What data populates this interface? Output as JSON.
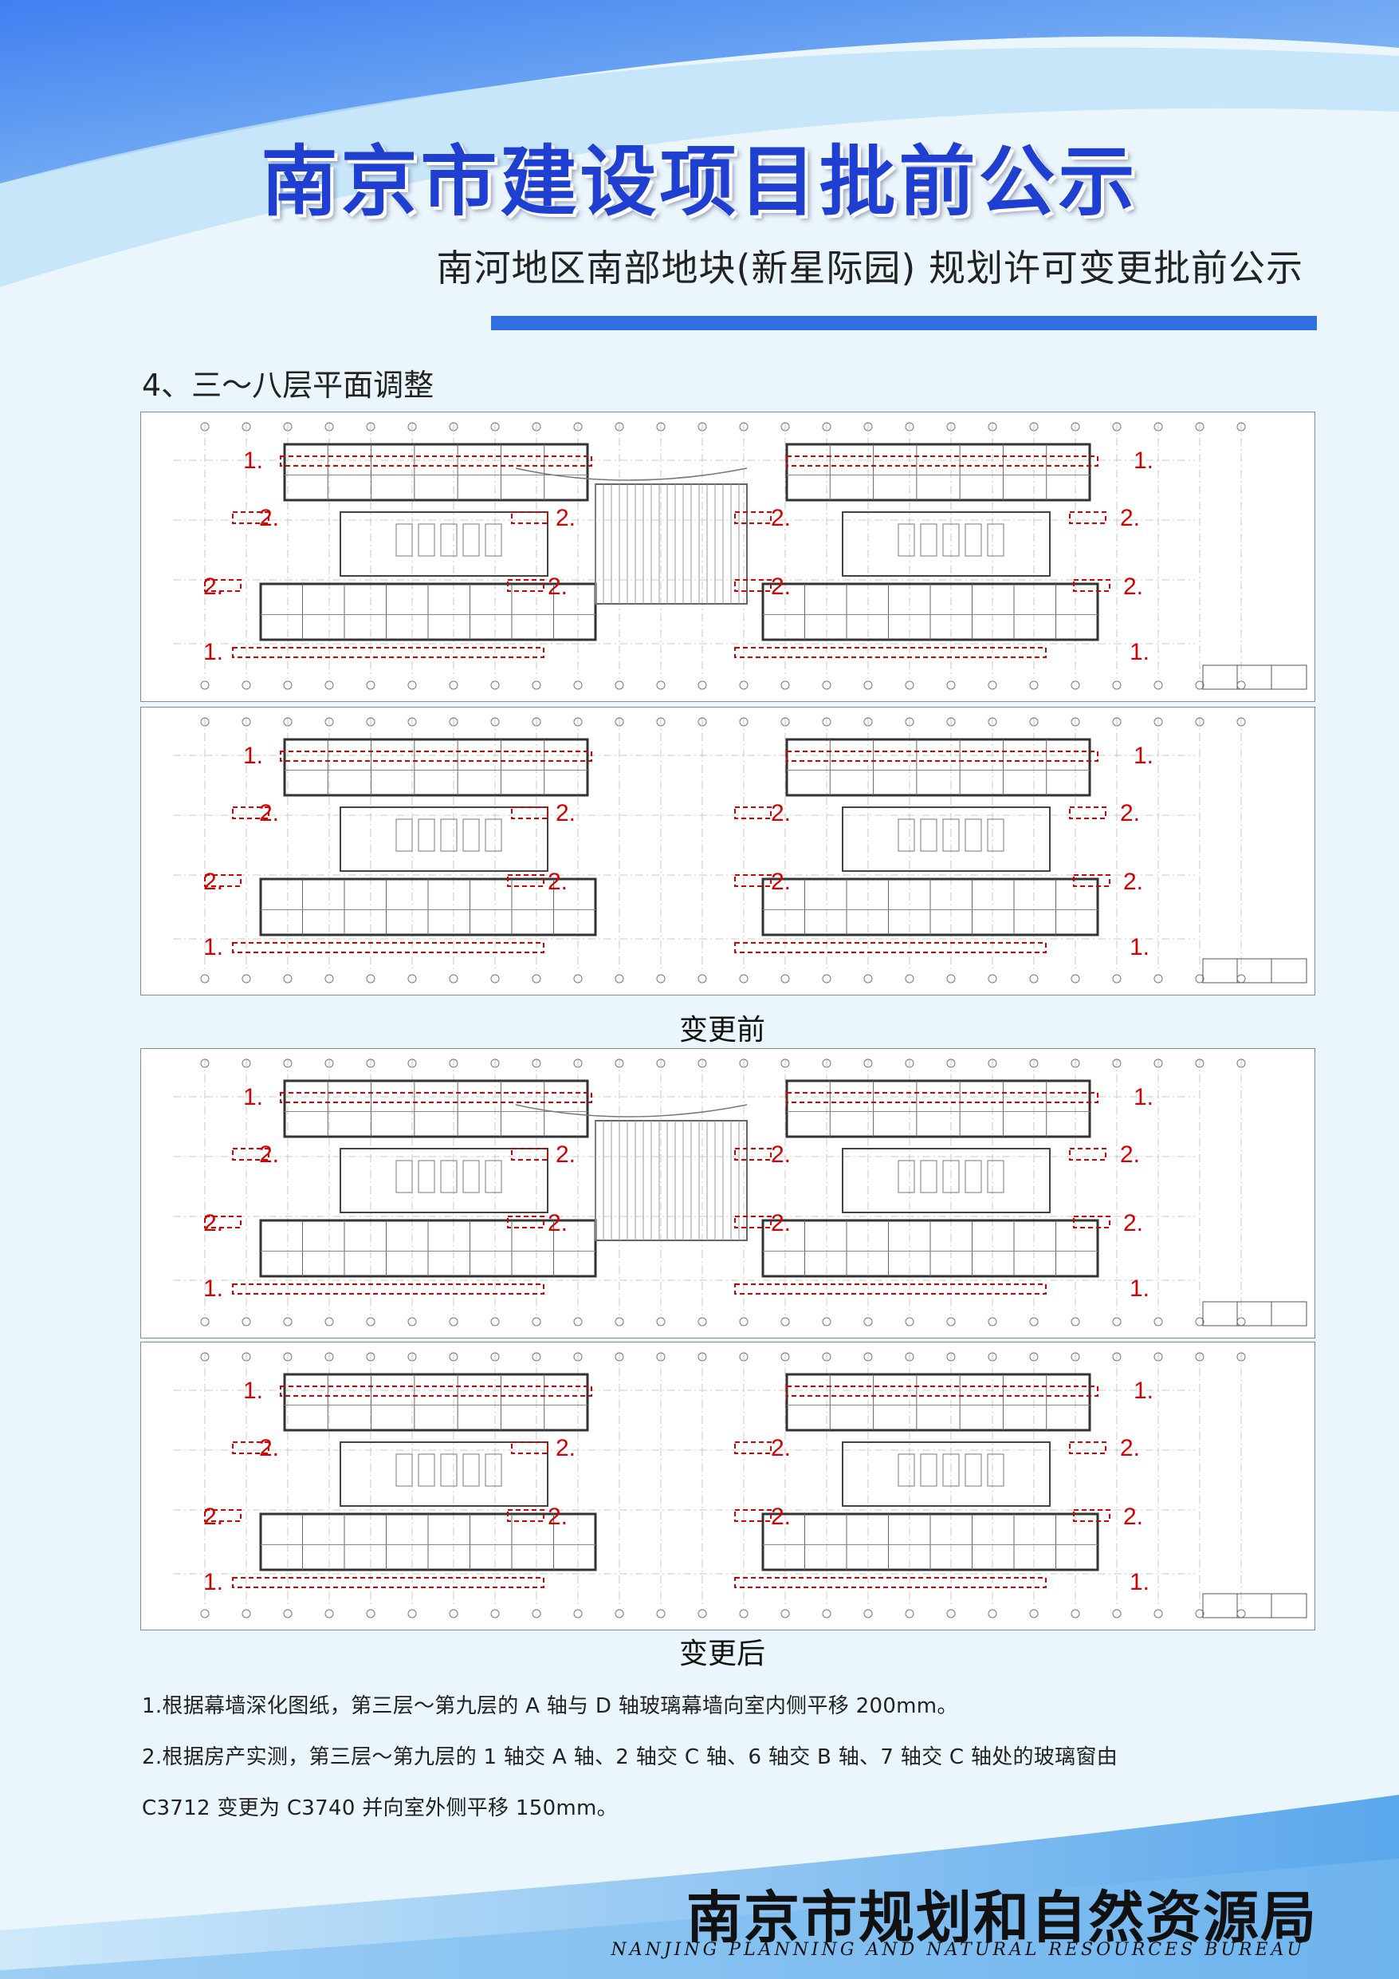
{
  "header": {
    "title": "南京市建设项目批前公示",
    "subtitle": "南河地区南部地块(新星际园) 规划许可变更批前公示"
  },
  "section_title": "4、三～八层平面调整",
  "captions": {
    "before": "变更前",
    "after": "变更后"
  },
  "markers": {
    "one": "1.",
    "two": "2."
  },
  "notes": [
    "1.根据幕墙深化图纸，第三层～第九层的 A 轴与 D 轴玻璃幕墙向室内侧平移 200mm。",
    "2.根据房产实测，第三层～第九层的 1 轴交 A 轴、2 轴交 C 轴、6 轴交 B 轴、7 轴交 C 轴处的玻璃窗由",
    "C3712 变更为 C3740 并向室外侧平移 150mm。"
  ],
  "footer": {
    "bureau_cn": "南京市规划和自然资源局",
    "bureau_en": "NANJING PLANNING AND NATURAL RESOURCES BUREAU"
  },
  "colors": {
    "title": "#1f3fd0",
    "rule": "#2f6fe0",
    "marker": "#d60000"
  }
}
